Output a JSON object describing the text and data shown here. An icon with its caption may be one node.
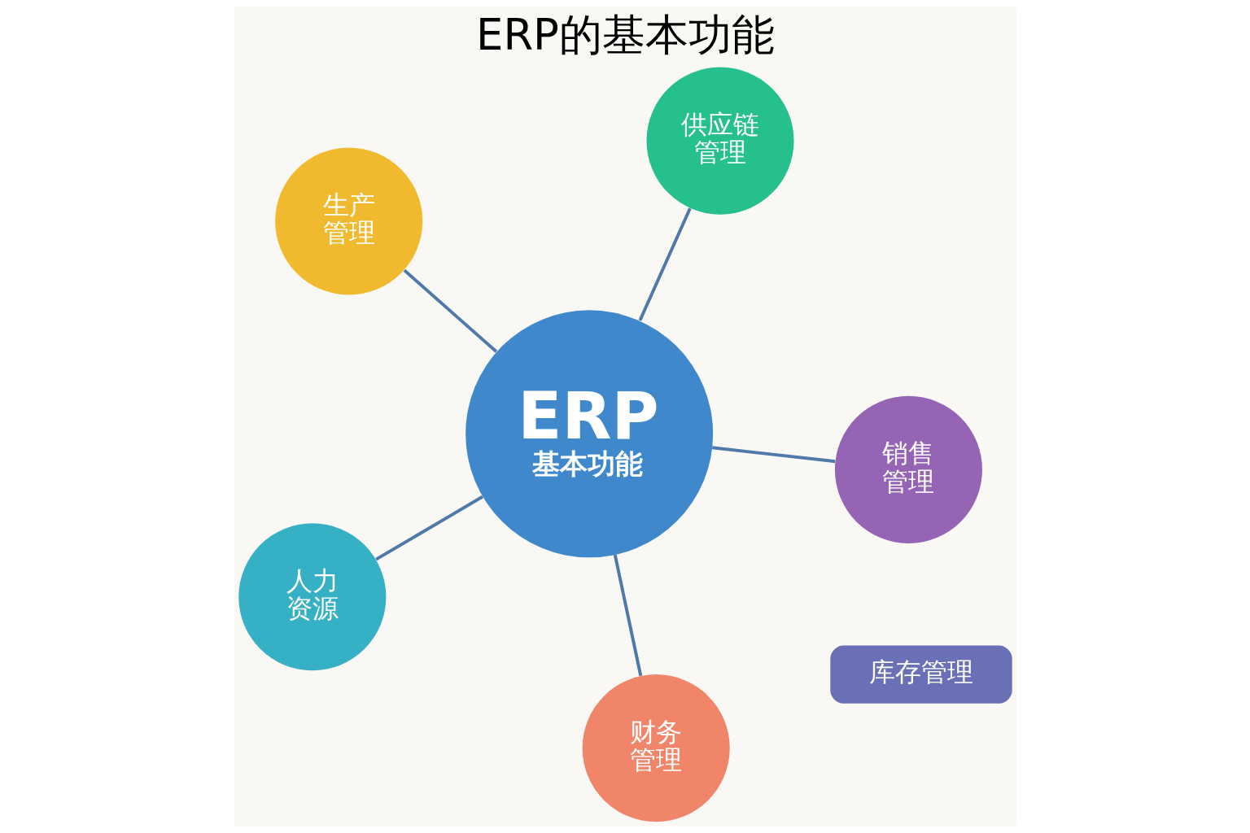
{
  "diagram": {
    "title": "ERP的基本功能",
    "nodes": [
      {
        "text": [
          "生产管理"
        ]
      },
      {
        "text": [
          "销售管理"
        ]
      },
      {
        "text": [
          "财务管理"
        ]
      },
      {
        "text": [
          "ERP",
          "基本功能"
        ]
      },
      {
        "text": [
          "供应链管理"
        ]
      },
      {
        "text": [
          "人力资源"
        ]
      },
      {
        "text": [
          "库存管理"
        ]
      }
    ],
    "edges": [
      {
        "from": 3,
        "to": 0,
        "arrow": "none"
      },
      {
        "from": 3,
        "to": 1,
        "arrow": "none"
      },
      {
        "from": 3,
        "to": 2,
        "arrow": "none"
      },
      {
        "from": 3,
        "to": 4,
        "arrow": "none"
      },
      {
        "from": 3,
        "to": 5,
        "arrow": "none"
      }
    ]
  }
}
